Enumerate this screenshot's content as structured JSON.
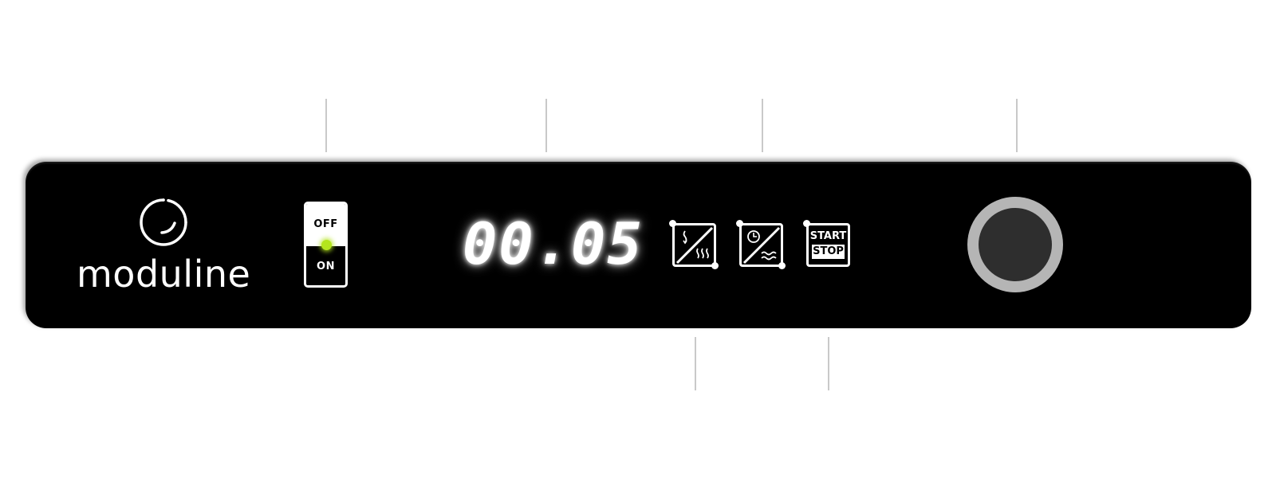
{
  "brand": {
    "name": "moduline",
    "logo_icon": "moduline-ring-logo"
  },
  "power_switch": {
    "off_label": "OFF",
    "on_label": "ON",
    "indicator_color": "#b4e51e"
  },
  "display": {
    "value": "00.05"
  },
  "buttons": {
    "heat": {
      "icon": "heat-toggle-icon"
    },
    "timer": {
      "icon": "timer-toggle-icon"
    },
    "start_stop": {
      "start_label": "START",
      "stop_label": "STOP"
    }
  },
  "knob": {
    "icon": "rotary-knob"
  },
  "colors": {
    "panel": "#000000",
    "accent": "#b4e51e",
    "knob_ring": "#b5b5b5",
    "knob": "#2e2e2e"
  }
}
